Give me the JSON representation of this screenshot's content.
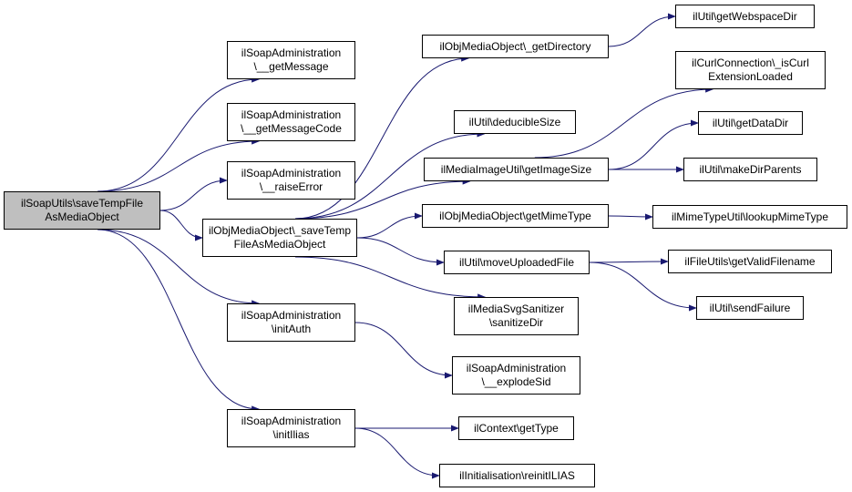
{
  "colors": {
    "edge": "#191970",
    "root_fill": "#bfbfbf",
    "node_fill": "#ffffff",
    "border": "#000000"
  },
  "nodes": {
    "root": {
      "line1": "ilSoapUtils\\saveTempFile",
      "line2": "AsMediaObject"
    },
    "get_message": {
      "line1": "ilSoapAdministration",
      "line2": "\\__getMessage"
    },
    "get_message_code": {
      "line1": "ilSoapAdministration",
      "line2": "\\__getMessageCode"
    },
    "raise_error": {
      "line1": "ilSoapAdministration",
      "line2": "\\__raiseError"
    },
    "save_temp": {
      "line1": "ilObjMediaObject\\_saveTemp",
      "line2": "FileAsMediaObject"
    },
    "init_auth": {
      "line1": "ilSoapAdministration",
      "line2": "\\initAuth"
    },
    "init_ilias": {
      "line1": "ilSoapAdministration",
      "line2": "\\initIlias"
    },
    "get_directory": {
      "line1": "ilObjMediaObject\\_getDirectory"
    },
    "deducible_size": {
      "line1": "ilUtil\\deducibleSize"
    },
    "get_image_size": {
      "line1": "ilMediaImageUtil\\getImageSize"
    },
    "get_mime_type": {
      "line1": "ilObjMediaObject\\getMimeType"
    },
    "move_uploaded": {
      "line1": "ilUtil\\moveUploadedFile"
    },
    "svg_sanitizer": {
      "line1": "ilMediaSvgSanitizer",
      "line2": "\\sanitizeDir"
    },
    "explode_sid": {
      "line1": "ilSoapAdministration",
      "line2": "\\__explodeSid"
    },
    "context_type": {
      "line1": "ilContext\\getType"
    },
    "reinit": {
      "line1": "ilInitialisation\\reinitILIAS"
    },
    "webspace_dir": {
      "line1": "ilUtil\\getWebspaceDir"
    },
    "curl_loaded": {
      "line1": "ilCurlConnection\\_isCurl",
      "line2": "ExtensionLoaded"
    },
    "data_dir": {
      "line1": "ilUtil\\getDataDir"
    },
    "make_dir": {
      "line1": "ilUtil\\makeDirParents"
    },
    "lookup_mime": {
      "line1": "ilMimeTypeUtil\\lookupMimeType"
    },
    "valid_filename": {
      "line1": "ilFileUtils\\getValidFilename"
    },
    "send_failure": {
      "line1": "ilUtil\\sendFailure"
    }
  },
  "edges": [
    [
      "root",
      "get_message"
    ],
    [
      "root",
      "get_message_code"
    ],
    [
      "root",
      "raise_error"
    ],
    [
      "root",
      "save_temp"
    ],
    [
      "root",
      "init_auth"
    ],
    [
      "root",
      "init_ilias"
    ],
    [
      "save_temp",
      "get_directory"
    ],
    [
      "save_temp",
      "deducible_size"
    ],
    [
      "save_temp",
      "get_image_size"
    ],
    [
      "save_temp",
      "get_mime_type"
    ],
    [
      "save_temp",
      "move_uploaded"
    ],
    [
      "save_temp",
      "svg_sanitizer"
    ],
    [
      "get_directory",
      "webspace_dir"
    ],
    [
      "get_image_size",
      "curl_loaded"
    ],
    [
      "get_image_size",
      "data_dir"
    ],
    [
      "get_image_size",
      "make_dir"
    ],
    [
      "get_mime_type",
      "lookup_mime"
    ],
    [
      "move_uploaded",
      "valid_filename"
    ],
    [
      "move_uploaded",
      "send_failure"
    ],
    [
      "init_auth",
      "explode_sid"
    ],
    [
      "init_ilias",
      "context_type"
    ],
    [
      "init_ilias",
      "reinit"
    ]
  ]
}
